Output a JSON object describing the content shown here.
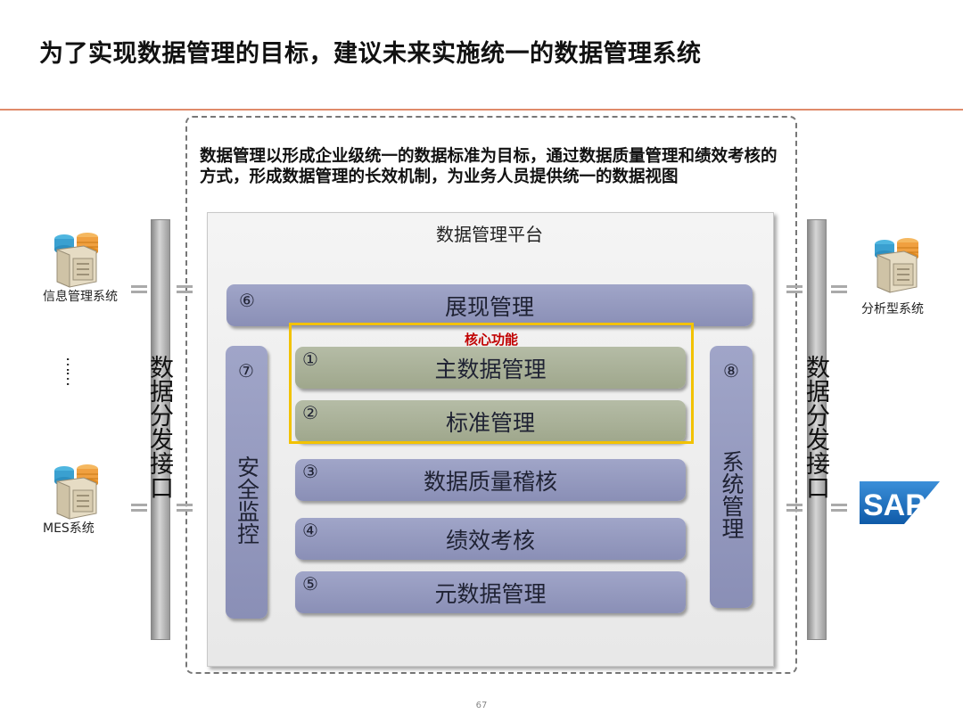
{
  "title": "为了实现数据管理的目标，建议未来实施统一的数据管理系统",
  "intro": "数据管理以形成企业级统一的数据标准为目标，通过数据质量管理和绩效考核的方式，形成数据管理的长效机制，为业务人员提供统一的数据视图",
  "platform": {
    "title": "数据管理平台",
    "top_bar": {
      "num": "⑥",
      "label": "展现管理"
    },
    "left_col": {
      "num": "⑦",
      "label": "安全监控"
    },
    "right_col": {
      "num": "⑧",
      "label": "系统管理"
    },
    "core": {
      "label": "核心功能",
      "items": [
        {
          "num": "①",
          "label": "主数据管理"
        },
        {
          "num": "②",
          "label": "标准管理"
        }
      ]
    },
    "items": [
      {
        "num": "③",
        "label": "数据质量稽核"
      },
      {
        "num": "④",
        "label": "绩效考核"
      },
      {
        "num": "⑤",
        "label": "元数据管理"
      }
    ]
  },
  "left_interface": "数据分发接口",
  "right_interface": "数据分发接口",
  "left_systems": [
    {
      "label": "信息管理系统",
      "icon": "server-database-icon"
    },
    {
      "label": "MES系统",
      "icon": "server-database-icon"
    }
  ],
  "ellipsis": "……",
  "right_systems": [
    {
      "label": "分析型系统",
      "icon": "server-database-icon"
    },
    {
      "label": "SAP",
      "icon": "sap-logo-icon"
    }
  ],
  "page_number": "67",
  "colors": {
    "bar": "#969bc0",
    "core_item": "#aab197",
    "core_border": "#f2c200",
    "core_label": "#c00000",
    "title_rule": "#e08a6a",
    "sap_blue": "#1a73c5"
  }
}
